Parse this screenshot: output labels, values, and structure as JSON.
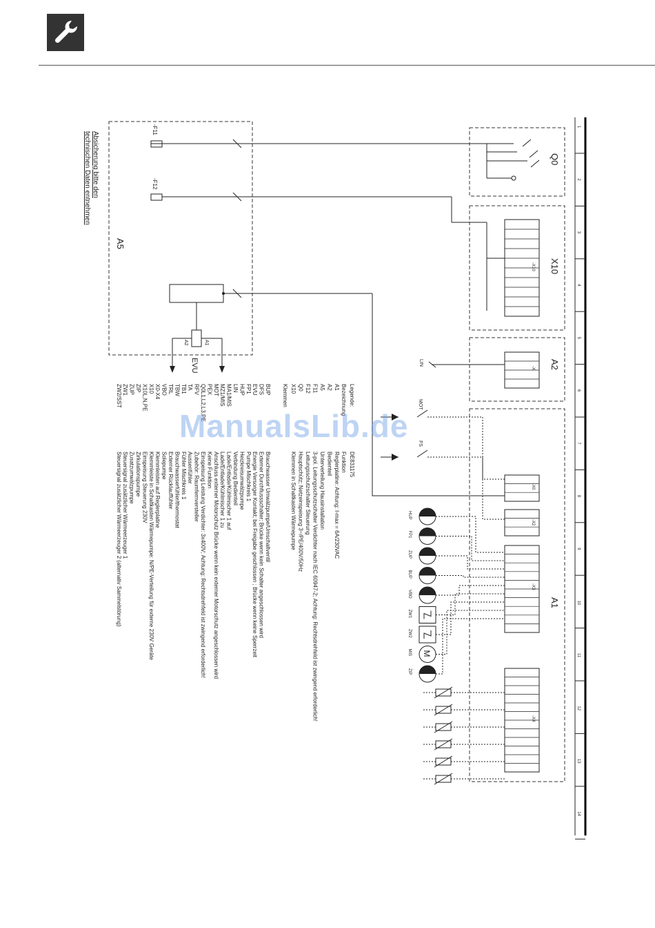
{
  "header": {
    "icon": "wrench-icon"
  },
  "watermark": "ManualsLib.de",
  "note_fuses": [
    "Absicherung bitte den",
    "technischen Daten entnehmen"
  ],
  "blocks": {
    "a5": "A5",
    "q0": "Q0",
    "x10": "X10",
    "a2": "A2",
    "a1": "A1",
    "evu": "EVU"
  },
  "fuses": {
    "f11": "-F11",
    "f12": "-F12"
  },
  "terminals": {
    "x10": "-X10",
    "x": "-X",
    "x0": "-X0",
    "x2": "-X2",
    "x3": "-X3",
    "x4": "-X4",
    "a1": "A1",
    "a2": "A2"
  },
  "signals": {
    "lin": "LIN",
    "mot": "MOT",
    "fs": "FS"
  },
  "pumps": [
    "HUP",
    "FP1",
    "ZUP",
    "BUP",
    "VBO",
    "ZW1",
    "ZW2",
    "MIS",
    "ZIP"
  ],
  "ruler": [
    "1",
    "2",
    "3",
    "4",
    "5",
    "6",
    "7",
    "8",
    "9",
    "10",
    "11",
    "12",
    "13",
    "14"
  ],
  "legend": {
    "title": "Legende:",
    "doc_number": "DE831175",
    "col_head": "Bezeichnung",
    "col_head2": "Funktion",
    "rows_top": [
      [
        "A1",
        "Reglerplatine: Achtung: I-max = 6A/230VAC"
      ],
      [
        "A2",
        "Bedienteil"
      ],
      [
        "A5",
        "Unterverteilung Hausinstallation"
      ],
      [
        "F11",
        "3-pol. Leitungsschutzschalter Verdichter nach IEC 60947-2; Achtung: Rechtsdrehfeld ist zwingend erforderlich!"
      ],
      [
        "F12",
        "Leitungsschutzschalter Steuerung"
      ],
      [
        "Q0",
        "Hauptschütz; Netzeinspeisung 3~/PE/400V/50Hz"
      ],
      [
        "X10",
        "Klemmen in Schaltkasten Wärmepumpe"
      ]
    ],
    "section_klemmen": "Klemmen",
    "rows_bottom": [
      [
        "BUP",
        "Brauchwasser Umwälzpumpe/Umschaltventil"
      ],
      [
        "DFS",
        "Externer Durchflussschalter; Brücke wenn kein Schalter angeschlossen wird"
      ],
      [
        "EVU",
        "Energie Versorger Kontakt; bei Freigabe geschlossen ; Brücke wenn keine Sperrzeit"
      ],
      [
        "FP1",
        "Pumpe Mischkreis 1"
      ],
      [
        "HUP",
        "Heizkreisumwälzpumpe"
      ],
      [
        "LIN",
        "Verbindung Bedienteil"
      ],
      [
        "MA1/MIS",
        "Lade/Entlade/Kühlmischer 1 auf"
      ],
      [
        "MZ1/MIS",
        "Lade/Entlade/Kühlmischer 1 zu"
      ],
      [
        "MOT",
        "Anschluss externer Motorschutz Brücke wenn kein externer Motorschutz angeschlossen wird"
      ],
      [
        "PEX",
        "Keine Funktion"
      ],
      [
        "Q0L1,L2,L3,PE",
        "Einspeisung Leistung Verdichter: 3x400V; Achtung: Rechtsdrehfeld ist zwingend erforderlich!"
      ],
      [
        "RFV",
        "Zubehör: Raumfernversteller"
      ],
      [
        "TA",
        "Aussenfühler"
      ],
      [
        "TB1",
        "Fühler Mischkreis 1"
      ],
      [
        "TBW",
        "Brauchwasserfühler/thermostat"
      ],
      [
        "TRL",
        "Externer Rücklauffühler"
      ],
      [
        "VBO",
        "Solepumpe"
      ],
      [
        "X0-X4",
        "Klemmleisten auf Reglerplatine"
      ],
      [
        "X10",
        "Klemmleiste in Schaltkasten Wärmepumpe: N/PE-Verteilung für externe 230V Geräte"
      ],
      [
        "X10L,N,PE",
        "Einspeisung Steuerung 230V"
      ],
      [
        "ZIP",
        "Zirkulationspumpe"
      ],
      [
        "ZUP",
        "Zusatzumwälzpumpe"
      ],
      [
        "ZW1",
        "Steuersignal zusätzlicher Wärmeerzeuger 1"
      ],
      [
        "ZW2/SST",
        "Steuersignal zusätzlicher Wärmeerzeuger 2 (alternativ Sammelstörung)"
      ]
    ]
  }
}
